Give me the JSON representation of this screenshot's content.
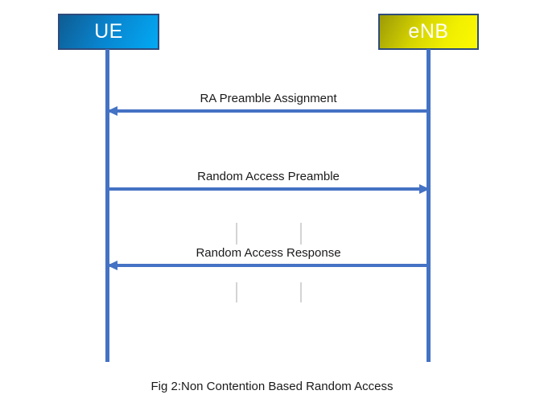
{
  "diagram": {
    "caption": "Fig 2:Non Contention Based Random Access",
    "actors": [
      {
        "id": "ue",
        "label": "UE"
      },
      {
        "id": "enb",
        "label": "eNB"
      }
    ],
    "messages": [
      {
        "id": "ra-preamble-assignment",
        "label": "RA Preamble Assignment",
        "direction": "right-to-left",
        "from": "eNB",
        "to": "UE"
      },
      {
        "id": "random-access-preamble",
        "label": "Random Access Preamble",
        "direction": "left-to-right",
        "from": "UE",
        "to": "eNB"
      },
      {
        "id": "random-access-response",
        "label": "Random Access Response",
        "direction": "right-to-left",
        "from": "eNB",
        "to": "UE"
      }
    ],
    "colors": {
      "arrow": "#4472C4",
      "lifeline": "#4472C4",
      "box_border": "#2E4B7C",
      "ue_fill_start": "#0E5C92",
      "ue_fill_end": "#03A9F4",
      "enb_fill_start": "#9C9A06",
      "enb_fill_end": "#FAF800",
      "actor_text": "#FFFFFF",
      "label_text": "#1A1A1A",
      "tick": "#D4D4D4",
      "background": "#FFFFFF"
    }
  }
}
